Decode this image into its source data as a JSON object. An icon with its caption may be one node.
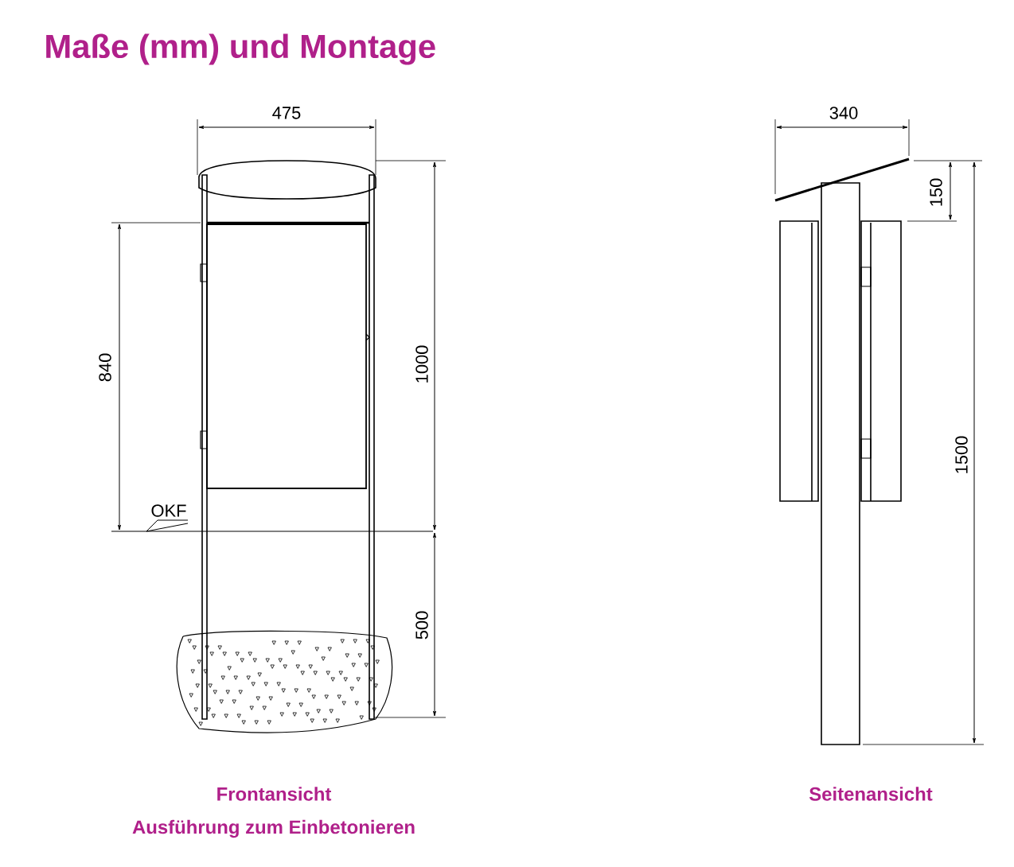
{
  "diagram": {
    "title": "Maße (mm) und Montage",
    "labels": [
      "475",
      "840",
      "1000",
      "OKF",
      "500",
      "Frontansicht",
      "Ausführung zum Einbetonieren",
      "340",
      "150",
      "1500",
      "Seitenansicht"
    ]
  }
}
